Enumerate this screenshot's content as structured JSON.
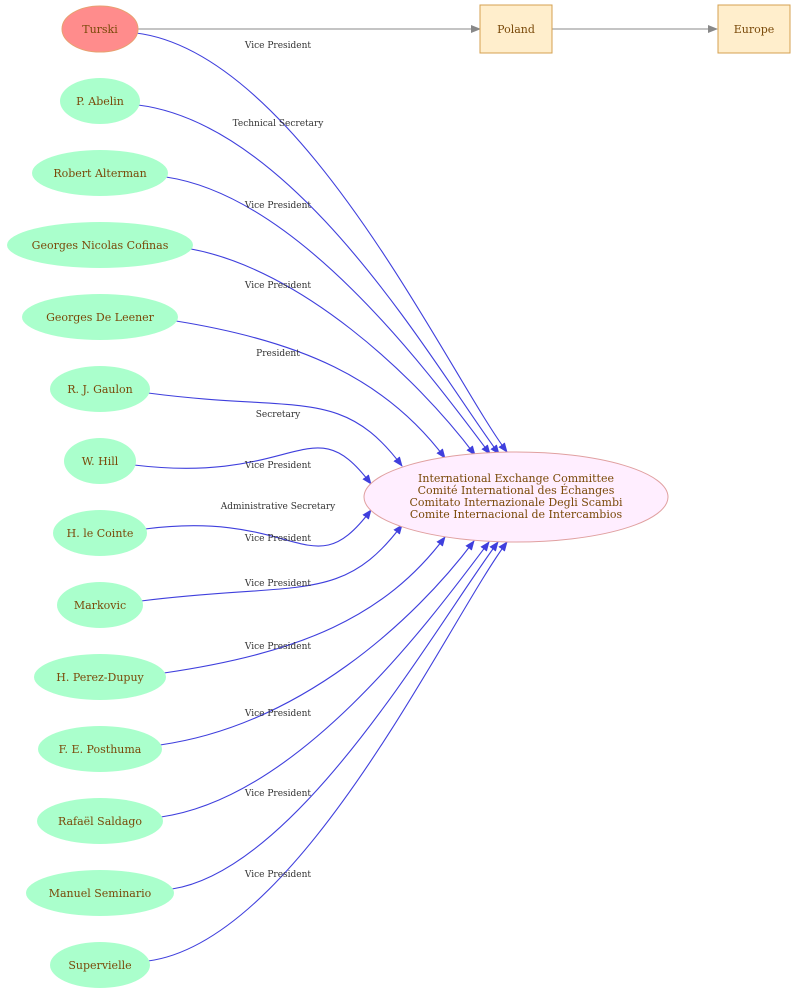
{
  "colors": {
    "root_fill": "#ff8c8c",
    "person_fill": "#aaffcc",
    "org_fill": "#ffeeff",
    "org_stroke": "#e0a0a0",
    "place_fill": "#ffeecc",
    "place_stroke": "#d4a050",
    "edge_blue": "#3f3fdd",
    "edge_gray": "#888888",
    "text_brown": "#7a4a0a"
  },
  "root": {
    "label": "Turski"
  },
  "places": [
    {
      "id": "poland",
      "label": "Poland"
    },
    {
      "id": "europe",
      "label": "Europe"
    }
  ],
  "organization": {
    "lines": [
      "International Exchange Committee",
      "Comité International des Échanges",
      "Comitato Internazionale Degli Scambi",
      "Comite Internacional de Intercambios"
    ]
  },
  "people": [
    {
      "label": "Turski",
      "role": "Vice President"
    },
    {
      "label": "P. Abelin",
      "role": "Technical Secretary"
    },
    {
      "label": "Robert Alterman",
      "role": "Vice President"
    },
    {
      "label": "Georges Nicolas Cofinas",
      "role": "Vice President"
    },
    {
      "label": "Georges De Leener",
      "role": "President"
    },
    {
      "label": "R. J. Gaulon",
      "role": "Secretary"
    },
    {
      "label": "W. Hill",
      "role": "Vice President"
    },
    {
      "label": "H. le Cointe",
      "role": "Administrative Secretary"
    },
    {
      "label": "Markovic",
      "role": "Vice President"
    },
    {
      "label": "H. Perez-Dupuy",
      "role": "Vice President"
    },
    {
      "label": "F. E. Posthuma",
      "role": "Vice President"
    },
    {
      "label": "Rafaël Saldago",
      "role": "Vice President"
    },
    {
      "label": "Manuel Seminario",
      "role": "Vice President"
    },
    {
      "label": "Supervielle",
      "role": "Vice President"
    }
  ]
}
